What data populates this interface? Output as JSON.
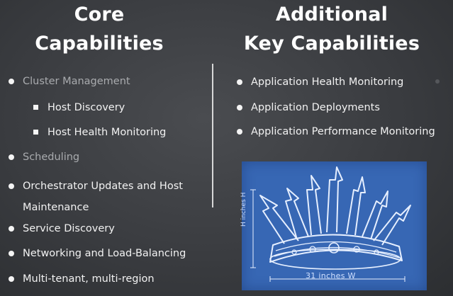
{
  "left": {
    "heading_line1": "Core",
    "heading_line2": "Capabilities",
    "items": [
      {
        "label": "Cluster Management",
        "dim": true
      },
      {
        "label": "Host Discovery",
        "sub": true
      },
      {
        "label": "Host Health Monitoring",
        "sub": true
      },
      {
        "label": "Scheduling",
        "dim": true
      },
      {
        "label": "Orchestrator Updates and Host",
        "cont": "Maintenance"
      },
      {
        "label": "Service Discovery"
      },
      {
        "label": "Networking and Load-Balancing"
      },
      {
        "label": "Multi-tenant, multi-region"
      }
    ]
  },
  "right": {
    "heading_line1": "Additional",
    "heading_line2": "Key Capabilities",
    "items": [
      {
        "label": "Application Health Monitoring"
      },
      {
        "label": "Application Deployments"
      },
      {
        "label": "Application Performance Monitoring"
      }
    ]
  },
  "blueprint": {
    "caption": "31 inches W",
    "side_label": "H inches H",
    "colors": {
      "background": "#3767b4",
      "lines": "#e6efff"
    }
  }
}
